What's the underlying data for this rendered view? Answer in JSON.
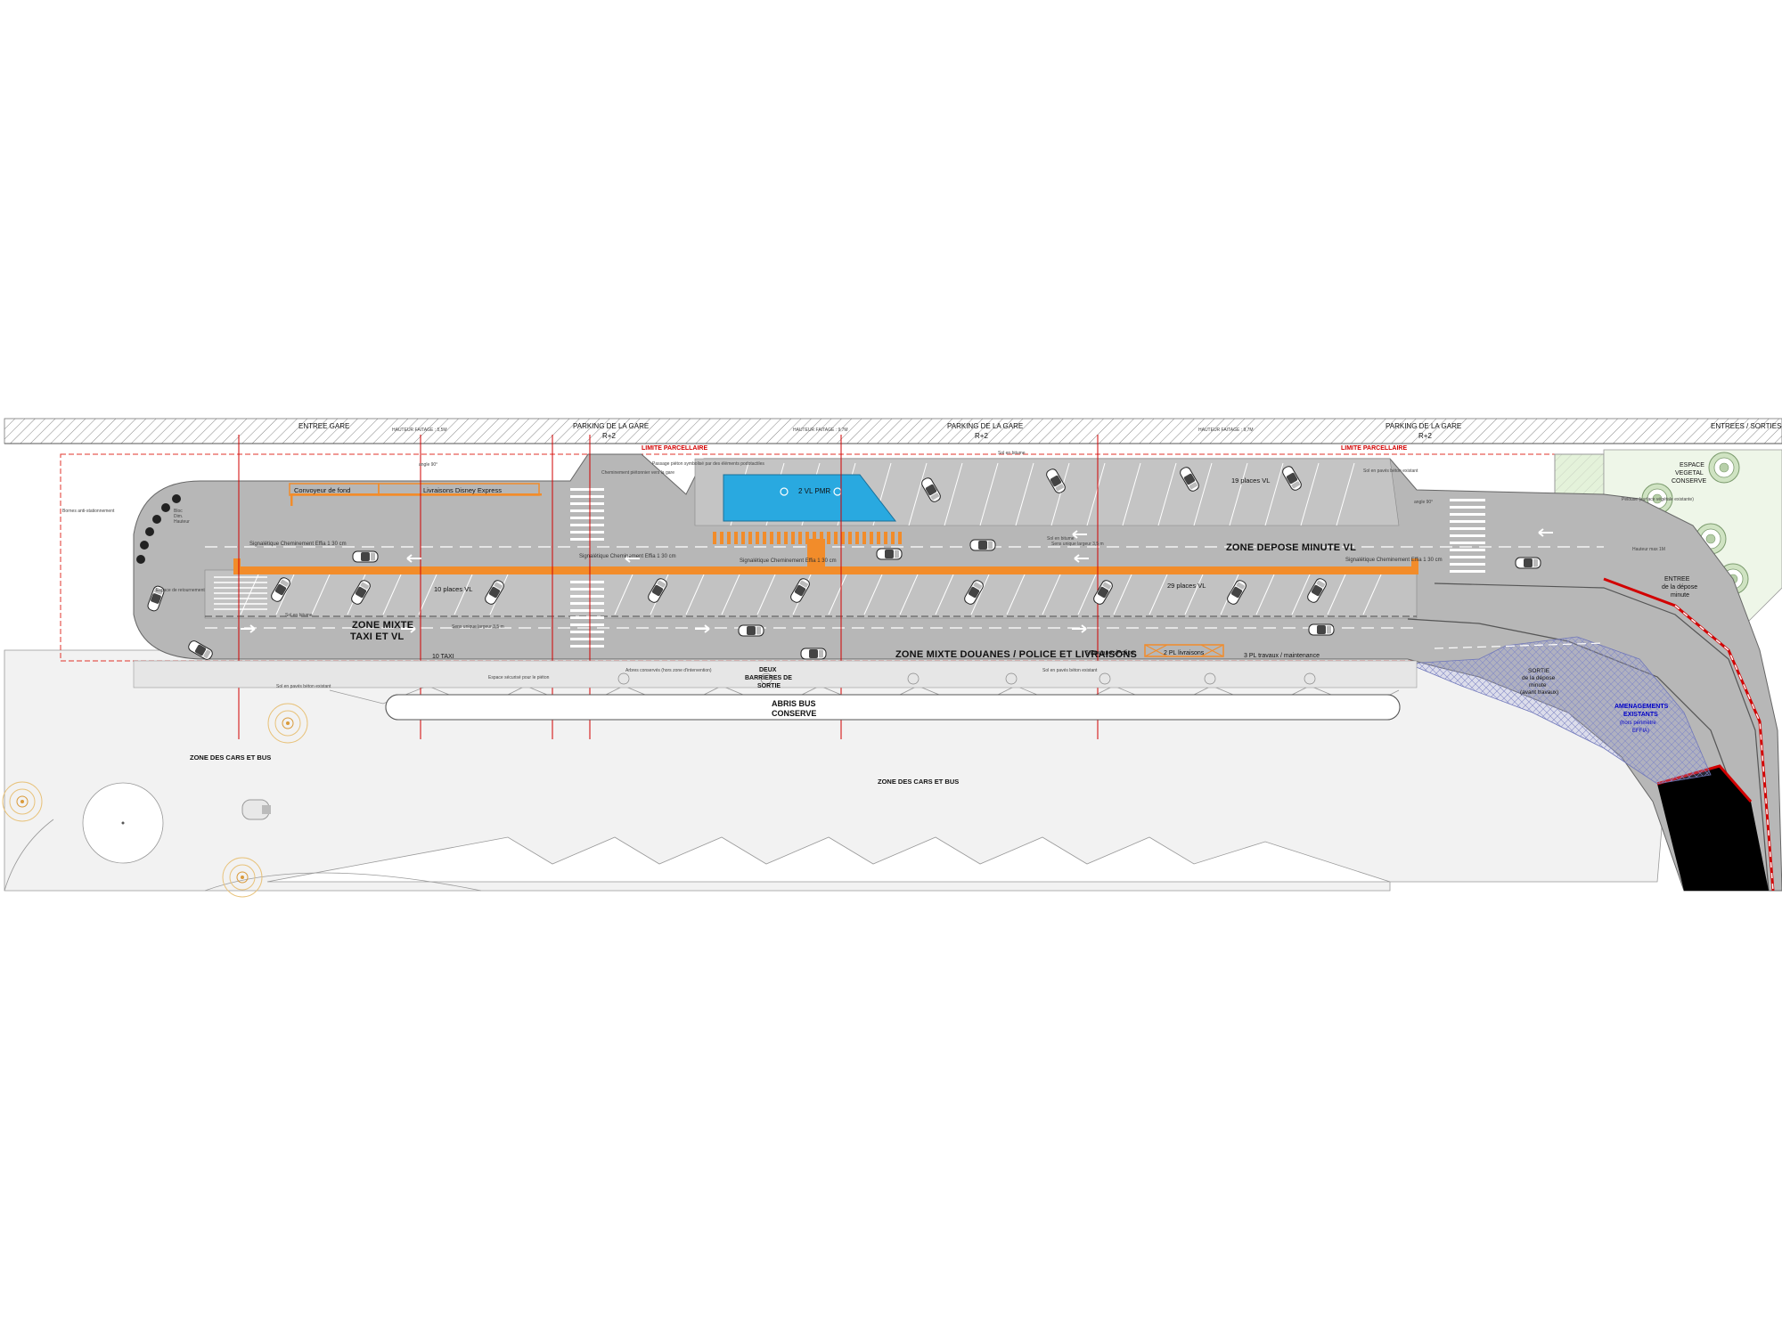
{
  "header_labels": {
    "entree_gare": "ENTREE GARE",
    "parking_1": "PARKING DE LA GARE",
    "parking_2": "PARKING DE LA GARE",
    "parking_3": "PARKING DE LA GARE",
    "r2_1": "R+2",
    "r2_2": "R+2",
    "r2_3": "R+2",
    "entrees_sorties": "ENTREES / SORTIES P",
    "hauteur_1": "HAUTEUR FAITAGE : 5,5M",
    "hauteur_2": "HAUTEUR FAITAGE : 9,7M",
    "hauteur_3": "HAUTEUR FAITAGE : 9,7M"
  },
  "limits": {
    "limite_1": "LIMITE PARCELLAIRE",
    "limite_2": "LIMITE PARCELLAIRE"
  },
  "zones": {
    "depose_minute": "ZONE DEPOSE MINUTE VL",
    "mixte_taxi_1": "ZONE MIXTE",
    "mixte_taxi_2": "TAXI ET VL",
    "mixte_douanes": "ZONE MIXTE DOUANES / POLICE ET LIVRAISONS",
    "cars_bus_1": "ZONE DES CARS ET BUS",
    "cars_bus_2": "ZONE DES CARS ET BUS",
    "abris_1": "ABRIS BUS",
    "abris_2": "CONSERVE",
    "barrieres_1": "DEUX",
    "barrieres_2": "BARRIERES DE",
    "barrieres_3": "SORTIE",
    "espace_vegetal_1": "ESPACE",
    "espace_vegetal_2": "VEGETAL",
    "espace_vegetal_3": "CONSERVE",
    "entree_depose_1": "ENTREE",
    "entree_depose_2": "de la dépose",
    "entree_depose_3": "minute",
    "sortie_depose_1": "SORTIE",
    "sortie_depose_2": "de la dépose",
    "sortie_depose_3": "minute",
    "sortie_depose_4": "(avant travaux)",
    "amenagements_1": "AMENAGEMENTS",
    "amenagements_2": "EXISTANTS",
    "amenagements_3": "(hors périmètre",
    "amenagements_4": "EFFIA)"
  },
  "boxes": {
    "convoyeur": "Convoyeur de fond",
    "livraisons": "Livraisons Disney Express",
    "pmr": "2 VL PMR",
    "places_19": "19 places VL",
    "places_10": "10 places VL",
    "places_29": "29 places VL",
    "taxi_10": "10 TAXI",
    "douanes": "6 Douanes/Police",
    "livraisons_pl": "2 PL livraisons",
    "travaux": "3 PL travaux / maintenance"
  },
  "annotations": {
    "signaletique_1": "Signalétique Cheminement Effia 1 30 cm",
    "signaletique_2": "Signalétique Cheminement Effia 1 30 cm",
    "signaletique_3": "Signalétique Cheminement Effia 1 30 cm",
    "signaletique_4": "Signalétique Cheminement Effia 1 30 cm",
    "sol_bitume_1": "Sol en bitume",
    "sol_bitume_2": "Sol en bitume",
    "sol_bitume_3": "Sol en bitume",
    "sol_paves_1": "Sol en pavés béton existant",
    "sol_paves_2": "Sol en pavés béton existant",
    "sol_paves_3": "Sol en pavés béton existant",
    "angle_1": "angle 90°",
    "angle_2": "angle 90°",
    "espace_retournement": "Espace de retournement",
    "bornes": "Bornes anti-stationnement",
    "cheminement": "Cheminement piétonnier vers la gare",
    "passage": "Passage piéton symbolisé par des éléments podotactiles",
    "sortie_piet": "Espace sécurisé pour le piéton",
    "arbres": "Arbres conservés (hors zone d'intervention)",
    "pelouse": "Pelouse (surface végétale existante)",
    "hauteur_max": "Hauteur max 1M",
    "bloc_info_1": "Bloc",
    "bloc_info_2": "Dim.",
    "bloc_info_3": "Hauteur",
    "sens_unique_1": "Sens unique largeur 3,5 m",
    "sens_unique_2": "Sens unique largeur 3,5 m"
  },
  "colors": {
    "road": "#b4b4b4",
    "road_dark": "#9a9a9a",
    "orange": "#f28c2a",
    "blue_pmr": "#29a9e0",
    "red_limit": "#e0332b",
    "hatch": "#8a92c8",
    "green_space": "#d4ecc4",
    "pavement": "#d8d8d8"
  },
  "icons": {
    "car": "car-icon",
    "arrow": "arrow-left-icon",
    "wheelchair": "wheelchair-icon",
    "tree": "tree-icon"
  }
}
